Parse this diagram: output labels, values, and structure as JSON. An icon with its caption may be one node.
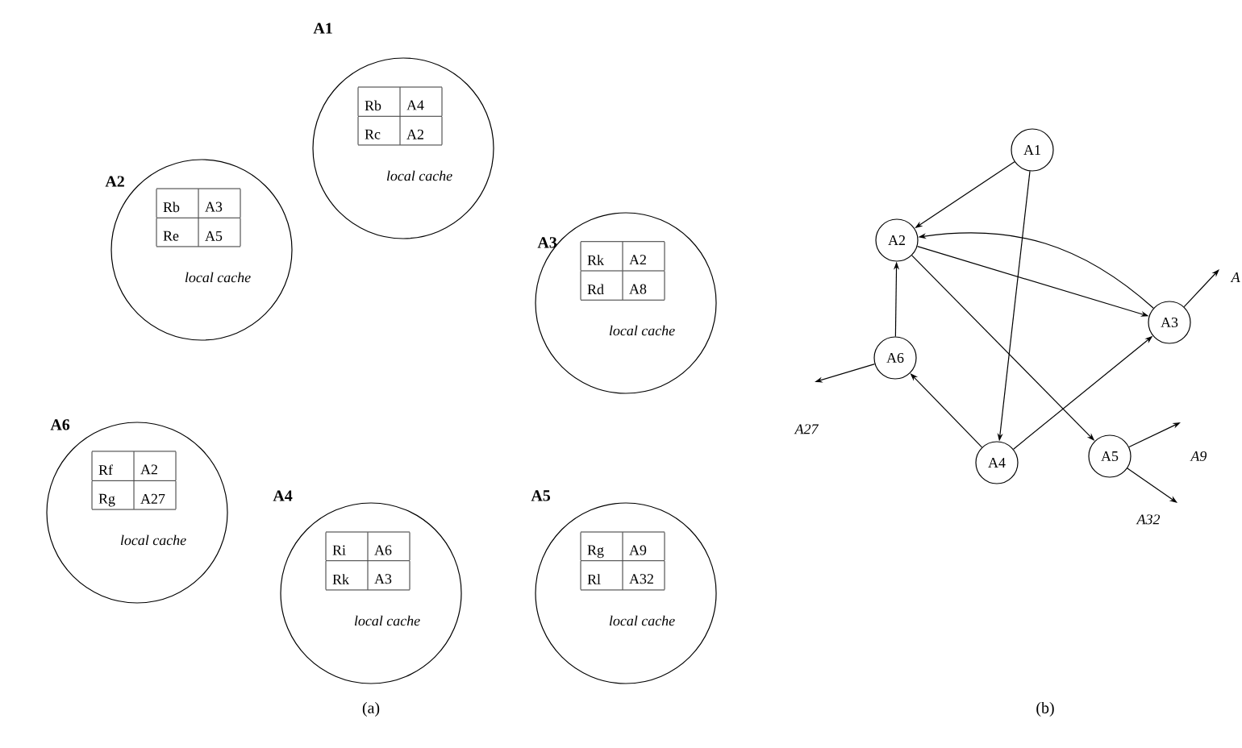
{
  "diagram": {
    "nodes": [
      {
        "text": [
          "A1",
          "local cache"
        ]
      },
      {
        "text": [
          "Rb",
          "A4",
          "Rc",
          "A2"
        ],
        "in": 0
      },
      {
        "text": [
          "A2",
          "local cache"
        ]
      },
      {
        "text": [
          "Rb",
          "A3",
          "Re",
          "A5"
        ],
        "in": 2
      },
      {
        "text": [
          "A3",
          "local cache"
        ]
      },
      {
        "text": [
          "Rk",
          "A2",
          "Rd",
          "A8"
        ],
        "in": 4
      },
      {
        "text": [
          "A6",
          "local cache"
        ]
      },
      {
        "text": [
          "Rf",
          "A2",
          "Rg",
          "A27"
        ],
        "in": 6
      },
      {
        "text": [
          "A4",
          "local cache"
        ]
      },
      {
        "text": [
          "Ri",
          "A6",
          "Rk",
          "A3"
        ],
        "in": 8
      },
      {
        "text": [
          "A5",
          "local cache"
        ]
      },
      {
        "text": [
          "Rg",
          "A9",
          "Rl",
          "A32"
        ],
        "in": 10
      },
      {
        "text": [
          "A1"
        ]
      },
      {
        "text": [
          "A2"
        ]
      },
      {
        "text": [
          "A3"
        ]
      },
      {
        "text": [
          "A6"
        ]
      },
      {
        "text": [
          "A4"
        ]
      },
      {
        "text": [
          "A5"
        ]
      },
      {
        "text": [
          "A"
        ]
      },
      {
        "text": [
          "A27"
        ]
      },
      {
        "text": [
          "A9"
        ]
      },
      {
        "text": [
          "A32"
        ]
      }
    ],
    "edges": [
      {
        "from": 12,
        "to": 13,
        "arrow": "to"
      },
      {
        "from": 12,
        "to": 16,
        "arrow": "to"
      },
      {
        "from": 14,
        "to": 13,
        "arrow": "to"
      },
      {
        "from": 13,
        "to": 14,
        "arrow": "to"
      },
      {
        "from": 13,
        "to": 17,
        "arrow": "to"
      },
      {
        "from": 15,
        "to": 13,
        "arrow": "to"
      },
      {
        "from": 16,
        "to": 15,
        "arrow": "to"
      },
      {
        "from": 16,
        "to": 14,
        "arrow": "to"
      },
      {
        "from": 15,
        "to": 19,
        "arrow": "to"
      },
      {
        "from": 17,
        "to": 20,
        "arrow": "to"
      },
      {
        "from": 17,
        "to": 21,
        "arrow": "to"
      },
      {
        "from": 14,
        "to": 18,
        "arrow": "to"
      }
    ],
    "labels": [
      "(a)",
      "(b)"
    ]
  }
}
